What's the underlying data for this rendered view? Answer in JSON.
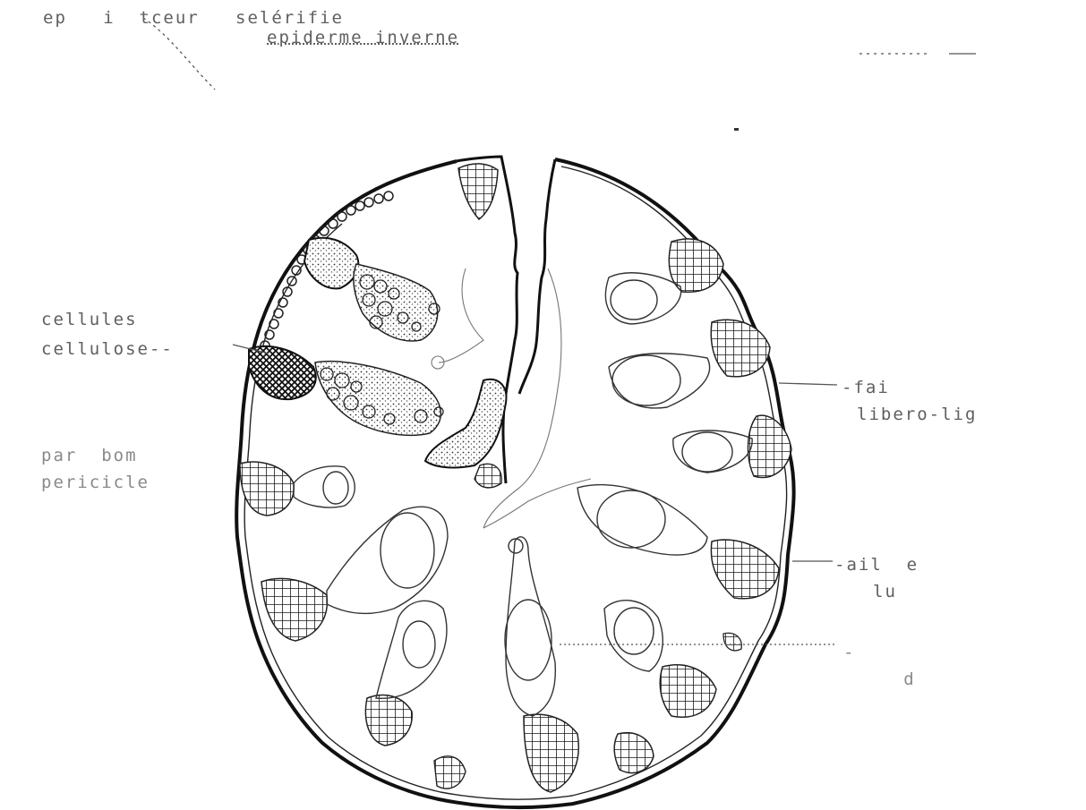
{
  "labels": {
    "top_line_1": "ep   i  tceur   selérifie",
    "top_line_2": "epiderme inverne",
    "left_1": "cellules",
    "left_2": "cellulose--",
    "left_3": "par  bom",
    "left_4": "pericicle",
    "right_1": "-fai    ",
    "right_2": "libero-lig   ",
    "right_3": "-ail  e",
    "right_4": "lu    ",
    "right_5": "-   ",
    "right_6": "     d   "
  },
  "colors": {
    "ink": "#141414",
    "faint": "#7a7a7a",
    "paper": "#ffffff"
  }
}
